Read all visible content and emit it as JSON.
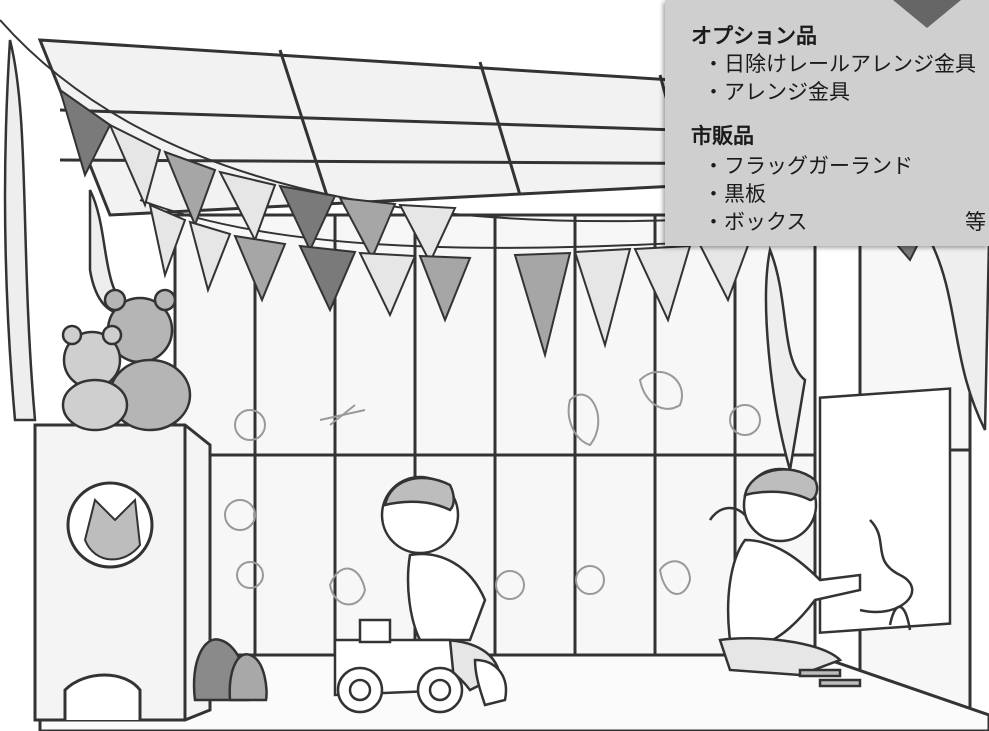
{
  "panel": {
    "option_heading": "オプション品",
    "option_items": [
      "・日除けレールアレンジ金具",
      "・アレンジ金具"
    ],
    "market_heading": "市販品",
    "market_items": [
      "・フラッグガーランド",
      "・黒板",
      "・ボックス"
    ],
    "suffix": "等"
  },
  "colors": {
    "panel_bg": "#cfcfcf",
    "pointer": "#666666",
    "line": "#333333",
    "flag_dark": "#7a7a7a",
    "flag_mid": "#a6a6a6",
    "flag_light": "#e6e6e6"
  }
}
